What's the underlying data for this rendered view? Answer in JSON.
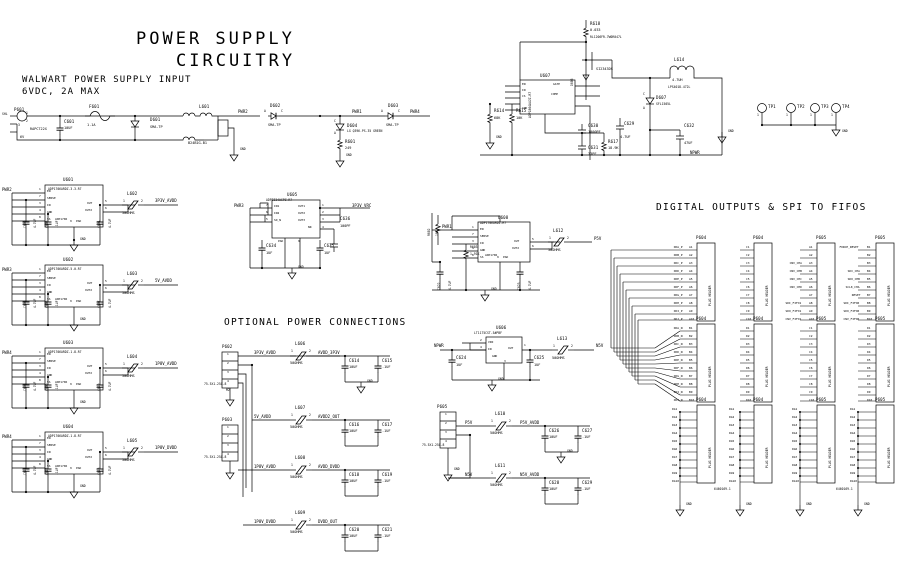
{
  "sheet": {
    "title_line1": "POWER SUPPLY",
    "title_line2": "CIRCUITRY",
    "subtitle_line1": "WALWART POWER SUPPLY INPUT",
    "subtitle_line2": "6VDC, 2A MAX",
    "section_optional": "OPTIONAL POWER CONNECTIONS",
    "section_digital": "DIGITAL OUTPUTS & SPI TO FIFOS"
  },
  "input_stage": {
    "connector": {
      "ref": "P601",
      "value": "RAPC722X",
      "pins": [
        "1",
        "2",
        "3"
      ],
      "net_in": "6V",
      "sheet_ref": "SHL"
    },
    "cap_in": {
      "ref": "C601",
      "value": "10UF"
    },
    "fuse": {
      "ref": "F601",
      "value": "1.1A",
      "pins": [
        "1",
        "2"
      ]
    },
    "tvs": {
      "ref": "D601",
      "value": "SMA-TP"
    },
    "filter": {
      "ref": "L601",
      "value": "B24B1G-B1",
      "pins": [
        "1",
        "2",
        "3",
        "4"
      ]
    },
    "diode2": {
      "ref": "D602",
      "value": "SMA-TP",
      "anode": "A",
      "cathode": "C"
    },
    "diode3": {
      "ref": "D603",
      "value": "SMA-TP",
      "anode": "A",
      "cathode": "C"
    },
    "led": {
      "ref": "D604",
      "value": "LG Q396-PS-35 GREEN",
      "anode": "A",
      "cathode": "C"
    },
    "res_led": {
      "ref": "R601",
      "value": "249"
    },
    "nets": [
      "PWR2",
      "PWR1",
      "PWR3",
      "PWR4"
    ],
    "gnd": "GND"
  },
  "boost_stage": {
    "res_top": {
      "ref": "R618",
      "value": "0.033",
      "part": "RL1206FR-7W0R047L"
    },
    "controller": {
      "ref": "U607",
      "part": "ADP1864AUJZ-R7",
      "pins_left": [
        "1",
        "2",
        "3",
        "4",
        "5"
      ],
      "pins_right": [
        "8",
        "7",
        "6"
      ],
      "pin_names": [
        "EN",
        "IN",
        "CS",
        "GND",
        "GATE",
        "COMP"
      ]
    },
    "mosfet": {
      "ref": "Q601",
      "part": "SI2343DS"
    },
    "diode_boost": {
      "ref": "D606"
    },
    "res_fb1": {
      "ref": "R614",
      "value": "68K"
    },
    "res_fb2": {
      "ref": "R615",
      "value": "10K"
    },
    "cap_comp1": {
      "ref": "C630",
      "value": "1000PF"
    },
    "cap_comp2": {
      "ref": "C631",
      "value": "33PF"
    },
    "res_comp": {
      "ref": "R617",
      "value": "18.9K"
    },
    "res_out": {
      "ref": "R616",
      "value": ""
    },
    "inductor": {
      "ref": "L614",
      "value": "4.7UH",
      "part": "LPS4018-472L"
    },
    "schottky": {
      "ref": "D607",
      "part": "SFL1505L",
      "anode": "A",
      "cathode": "C"
    },
    "cap_o1": {
      "ref": "C629",
      "value": "4.7UF"
    },
    "cap_o2": {
      "ref": "C632",
      "value": "47UF"
    },
    "net_out": "NPWR",
    "gnd": "GND"
  },
  "testpoints": {
    "items": [
      {
        "ref": "TP1",
        "pin": "1"
      },
      {
        "ref": "TP2",
        "pin": "1"
      },
      {
        "ref": "TP3",
        "pin": "1"
      },
      {
        "ref": "TP4",
        "pin": "1"
      }
    ],
    "gnd": "GND"
  },
  "regulators": [
    {
      "ref": "U601",
      "part": "ADP1706ARDZ-3.3-R7",
      "pin_names_left": [
        "EN",
        "SENSE",
        "IN",
        "GND",
        "SS"
      ],
      "pin_names_right": [
        "OUT",
        "OUT2"
      ],
      "pin_nums_left": [
        "1",
        "7",
        "3",
        "4",
        "8"
      ],
      "pin_nums_right": [
        "5",
        "6"
      ],
      "pad": "PAD",
      "pad_num": "9",
      "pad_label": "ADP1706",
      "net_in": "PWR2",
      "cap_in": {
        "ref": "C602",
        "value": "4.7UF"
      },
      "cap_ss": {
        "ref": "C603",
        "value": ".1UF"
      },
      "cap_out": {
        "ref": "C604",
        "value": "4.7UF"
      },
      "bead": {
        "ref": "L602",
        "value": "50OHMS",
        "pins": [
          "1",
          "2"
        ]
      },
      "net_out": "3P3V_AVDD",
      "gnd": "GND"
    },
    {
      "ref": "U602",
      "part": "ADP1706ARDZ-5.0-R7",
      "pin_names_left": [
        "EN",
        "SENSE",
        "IN",
        "GND",
        "SS"
      ],
      "pin_names_right": [
        "OUT",
        "OUT2"
      ],
      "pin_nums_left": [
        "1",
        "7",
        "3",
        "4",
        "8"
      ],
      "pin_nums_right": [
        "5",
        "6"
      ],
      "pad": "PAD",
      "pad_num": "9",
      "pad_label": "ADP1706",
      "net_in": "PWR3",
      "cap_in": {
        "ref": "C605",
        "value": "4.7UF"
      },
      "cap_ss": {
        "ref": "C606",
        "value": ".1UF"
      },
      "cap_out": {
        "ref": "C607",
        "value": "4.7UF"
      },
      "bead": {
        "ref": "L603",
        "value": "50OHMS",
        "pins": [
          "1",
          "2"
        ]
      },
      "net_out": "5V_AVDD",
      "gnd": "GND"
    },
    {
      "ref": "U603",
      "part": "ADP1706ARDZ-1.8-R7",
      "pin_names_left": [
        "EN",
        "SENSE",
        "IN",
        "GND",
        "SS"
      ],
      "pin_names_right": [
        "OUT",
        "OUT2"
      ],
      "pin_nums_left": [
        "1",
        "7",
        "3",
        "4",
        "8"
      ],
      "pin_nums_right": [
        "5",
        "6"
      ],
      "pad": "PAD",
      "pad_num": "9",
      "pad_label": "ADP1706",
      "net_in": "PWR4",
      "cap_in": {
        "ref": "C608",
        "value": "4.7UF"
      },
      "cap_ss": {
        "ref": "C609",
        "value": ".1UF"
      },
      "cap_out": {
        "ref": "C610",
        "value": "4.7UF"
      },
      "bead": {
        "ref": "L604",
        "value": "50OHMS",
        "pins": [
          "1",
          "2"
        ]
      },
      "net_out": "1P8V_AVDD",
      "gnd": "GND"
    },
    {
      "ref": "U604",
      "part": "ADP1706ARDZ-1.8-R7",
      "pin_names_left": [
        "EN",
        "SENSE",
        "IN",
        "GND",
        "SS"
      ],
      "pin_names_right": [
        "OUT",
        "OUT2"
      ],
      "pin_nums_left": [
        "1",
        "7",
        "3",
        "4",
        "8"
      ],
      "pin_nums_right": [
        "5",
        "6"
      ],
      "pad": "PAD",
      "pad_num": "9",
      "pad_label": "ADP1706",
      "net_in": "PWR4",
      "cap_in": {
        "ref": "C611",
        "value": "4.7UF"
      },
      "cap_ss": {
        "ref": "C612",
        "value": ".1UF"
      },
      "cap_out": {
        "ref": "C613",
        "value": "4.7UF"
      },
      "bead": {
        "ref": "L605",
        "value": "50OHMS",
        "pins": [
          "1",
          "2"
        ]
      },
      "net_out": "1P8V_DVDD",
      "gnd": "GND"
    }
  ],
  "reg_u605": {
    "ref": "U605",
    "part": "ADP3334ACPZ-R7",
    "pin_names_left": [
      "IN1",
      "IN2",
      "SD_N"
    ],
    "pin_names_right": [
      "OUT1",
      "OUT2",
      "OUT3",
      "NR"
    ],
    "pin_nums_left": [
      "7",
      "6",
      "5"
    ],
    "pin_nums_right": [
      "1",
      "2",
      "3",
      "4"
    ],
    "pad": "PAD",
    "pad_num": "9",
    "net_in": "PWR3",
    "cap_in": {
      "ref": "C634",
      "value": "1UF"
    },
    "cap_out": {
      "ref": "C635",
      "value": "1UF"
    },
    "cap_nr": {
      "ref": "C636",
      "value": "100PF"
    },
    "net_out": "3P3V_VRC",
    "gnd": "GND"
  },
  "reg_u606": {
    "ref": "U606",
    "part": "LT1175CST-5#PBF",
    "pin_names": [
      "VIN",
      "IN",
      "GND",
      "OUT"
    ],
    "pin_nums": [
      "2",
      "4",
      "3",
      "1",
      "5"
    ],
    "net_in": "NPWR",
    "cap_in": {
      "ref": "C624",
      "value": "1UF"
    },
    "cap_out": {
      "ref": "C625",
      "value": "1UF"
    },
    "bead": {
      "ref": "L613",
      "value": "50OHMS",
      "pins": [
        "1",
        "2"
      ]
    },
    "net_out": "N5V",
    "gnd": "GND"
  },
  "reg_u608": {
    "ref": "U608",
    "part": "ADP1706ARDZ-R7",
    "pin_names_left": [
      "EN",
      "SENSE",
      "IN",
      "GND",
      "SS"
    ],
    "pin_names_right": [
      "OUT",
      "OUT2"
    ],
    "pin_nums_left": [
      "1",
      "7",
      "3",
      "4",
      "8"
    ],
    "pin_nums_right": [
      "5",
      "6"
    ],
    "pad": "PAD",
    "pad_num": "9",
    "pad_label": "ADP1706",
    "net_in": "PWR1",
    "res_set": {
      "ref": "R602",
      "value": "10K"
    },
    "res_fb": {
      "ref": "R603",
      "value": "1.91K"
    },
    "cap_in": {
      "ref": "C622",
      "value": "4.7UF"
    },
    "cap_out": {
      "ref": "C623",
      "value": "4.7UF"
    },
    "bead": {
      "ref": "L612",
      "value": "50OHMS",
      "pins": [
        "1",
        "2"
      ]
    },
    "net_out": "P5V",
    "gnd": "GND"
  },
  "optional_power": {
    "header_p602": {
      "ref": "P602",
      "pins": [
        "1",
        "2",
        "3",
        "4"
      ],
      "value": "75.5X1.25X.8",
      "footprint": "M2"
    },
    "header_p603": {
      "ref": "P603",
      "pins": [
        "1",
        "2",
        "3",
        "4"
      ],
      "value": "75.5X1.25X.8",
      "footprint": "M2"
    },
    "header_p605": {
      "ref": "P605",
      "pins": [
        "1",
        "2",
        "3",
        "4"
      ],
      "value": "75.5X1.25X.8",
      "footprint": "M2"
    },
    "branches": [
      {
        "net_in": "3P3V_AVDD",
        "bead": {
          "ref": "L606",
          "value": "50OHMS",
          "pins": [
            "1",
            "2"
          ]
        },
        "net_out": "AVDD_3P3V",
        "cap1": {
          "ref": "C614",
          "value": "10UF"
        },
        "cap2": {
          "ref": "C615",
          "value": ".1UF"
        },
        "gnd": "GND"
      },
      {
        "net_in": "5V_AVDD",
        "bead": {
          "ref": "L607",
          "value": "50OHMS",
          "pins": [
            "1",
            "2"
          ]
        },
        "net_out": "AVDD2_OUT",
        "cap1": {
          "ref": "C616",
          "value": "10UF"
        },
        "cap2": {
          "ref": "C617",
          "value": ".1UF"
        },
        "gnd": "GND"
      },
      {
        "net_in": "1P8V_AVDD",
        "bead": {
          "ref": "L608",
          "value": "50OHMS",
          "pins": [
            "1",
            "2"
          ]
        },
        "net_out": "AVDD_DVDD",
        "cap1": {
          "ref": "C618",
          "value": "10UF"
        },
        "cap2": {
          "ref": "C619",
          "value": ".1UF"
        },
        "gnd": "GND"
      },
      {
        "net_in": "1P8V_DVDD",
        "bead": {
          "ref": "L609",
          "value": "50OHMS",
          "pins": [
            "1",
            "2"
          ]
        },
        "net_out": "DVDD_OUT",
        "cap1": {
          "ref": "C620",
          "value": "10UF"
        },
        "cap2": {
          "ref": "C621",
          "value": ".1UF"
        },
        "gnd": "GND"
      },
      {
        "net_in": "P5V",
        "bead": {
          "ref": "L610",
          "value": "50OHMS",
          "pins": [
            "1",
            "2"
          ]
        },
        "net_out": "P5V_AVDD",
        "cap1": {
          "ref": "C626",
          "value": "10UF"
        },
        "cap2": {
          "ref": "C627",
          "value": ".1UF"
        },
        "gnd": "GND"
      },
      {
        "net_in": "N5V",
        "bead": {
          "ref": "L611",
          "value": "50OHMS",
          "pins": [
            "1",
            "2"
          ]
        },
        "net_out": "N5V_AVDD",
        "cap1": {
          "ref": "C628",
          "value": "10UF"
        },
        "cap2": {
          "ref": "C629",
          "value": ".1UF"
        },
        "gnd": "GND"
      }
    ]
  },
  "digital_outputs": {
    "part_number": "6460169-1",
    "header_type": "PLUG HEADER",
    "gnd": "GND",
    "columns": [
      {
        "ref_top": "P604",
        "ref_mid": "P604",
        "ref_bot": "P604",
        "top_rows": [
          {
            "sig": "DOA_P",
            "pin": "A1"
          },
          {
            "sig": "DOB_P",
            "pin": "A2"
          },
          {
            "sig": "DOC_P",
            "pin": "A3"
          },
          {
            "sig": "DOD_P",
            "pin": "A4"
          },
          {
            "sig": "DOE_P",
            "pin": "A5"
          },
          {
            "sig": "DOF_P",
            "pin": "A6"
          },
          {
            "sig": "DOG_P",
            "pin": "A7"
          },
          {
            "sig": "DOH_P",
            "pin": "A8"
          },
          {
            "sig": "DOI_P",
            "pin": "A9"
          },
          {
            "sig": "DOJ_P",
            "pin": "A10"
          }
        ],
        "mid_rows": [
          {
            "sig": "DOA_N",
            "pin": "B1"
          },
          {
            "sig": "DOB_N",
            "pin": "B2"
          },
          {
            "sig": "DOC_N",
            "pin": "B3"
          },
          {
            "sig": "DOD_N",
            "pin": "B4"
          },
          {
            "sig": "DOE_N",
            "pin": "B5"
          },
          {
            "sig": "DOF_N",
            "pin": "B6"
          },
          {
            "sig": "DOG_N",
            "pin": "B7"
          },
          {
            "sig": "DOH_N",
            "pin": "B8"
          },
          {
            "sig": "DOI_N",
            "pin": "B9"
          },
          {
            "sig": "DOJ_N",
            "pin": "B10"
          }
        ],
        "bot_rows": [
          "DG1",
          "DG2",
          "DG3",
          "DG4",
          "DG5",
          "DG6",
          "DG7",
          "DG8",
          "DG9",
          "DG10"
        ]
      },
      {
        "ref_top": "P604",
        "ref_mid": "P604",
        "ref_bot": "P604",
        "top_rows": [
          {
            "sig": "",
            "pin": "C1"
          },
          {
            "sig": "",
            "pin": "C2"
          },
          {
            "sig": "",
            "pin": "C3"
          },
          {
            "sig": "",
            "pin": "C4"
          },
          {
            "sig": "",
            "pin": "C5"
          },
          {
            "sig": "",
            "pin": "C6"
          },
          {
            "sig": "",
            "pin": "C7"
          },
          {
            "sig": "",
            "pin": "C8"
          },
          {
            "sig": "",
            "pin": "C9"
          },
          {
            "sig": "",
            "pin": "C10"
          }
        ],
        "mid_rows": [
          {
            "sig": "",
            "pin": "D1"
          },
          {
            "sig": "",
            "pin": "D2"
          },
          {
            "sig": "",
            "pin": "D3"
          },
          {
            "sig": "",
            "pin": "D4"
          },
          {
            "sig": "",
            "pin": "D5"
          },
          {
            "sig": "",
            "pin": "D6"
          },
          {
            "sig": "",
            "pin": "D7"
          },
          {
            "sig": "",
            "pin": "D8"
          },
          {
            "sig": "",
            "pin": "D9"
          },
          {
            "sig": "",
            "pin": "D10"
          }
        ],
        "bot_rows": [
          "DG1",
          "DG2",
          "DG3",
          "DG4",
          "DG5",
          "DG6",
          "DG7",
          "DG8",
          "DG9",
          "DG10"
        ]
      },
      {
        "ref_top": "P605",
        "ref_mid": "P605",
        "ref_bot": "P605",
        "top_rows": [
          {
            "sig": "",
            "pin": "A1"
          },
          {
            "sig": "",
            "pin": "A2"
          },
          {
            "sig": "CNV_CHA",
            "pin": "A3"
          },
          {
            "sig": "CNV_CHB",
            "pin": "A4"
          },
          {
            "sig": "CNV_CHC",
            "pin": "A5"
          },
          {
            "sig": "CNV_CHD",
            "pin": "A6"
          },
          {
            "sig": "",
            "pin": "A7"
          },
          {
            "sig": "SDI_FIFO1",
            "pin": "A8"
          },
          {
            "sig": "SDO_FIFO1",
            "pin": "A9"
          },
          {
            "sig": "CNV_FIFO1",
            "pin": "A10"
          }
        ],
        "mid_rows": [
          {
            "sig": "",
            "pin": "C1"
          },
          {
            "sig": "",
            "pin": "C2"
          },
          {
            "sig": "",
            "pin": "C3"
          },
          {
            "sig": "",
            "pin": "C4"
          },
          {
            "sig": "",
            "pin": "C5"
          },
          {
            "sig": "",
            "pin": "C6"
          },
          {
            "sig": "",
            "pin": "C7"
          },
          {
            "sig": "",
            "pin": "C8"
          },
          {
            "sig": "",
            "pin": "C9"
          },
          {
            "sig": "",
            "pin": "C10"
          }
        ],
        "bot_rows": [
          "DG1",
          "DG2",
          "DG3",
          "DG4",
          "DG5",
          "DG6",
          "DG7",
          "DG8",
          "DG9",
          "DG10"
        ]
      },
      {
        "ref_top": "P605",
        "ref_mid": "P605",
        "ref_bot": "P605",
        "top_rows": [
          {
            "sig": "FORCE_RESET",
            "pin": "B1"
          },
          {
            "sig": "",
            "pin": "B2"
          },
          {
            "sig": "",
            "pin": "B3"
          },
          {
            "sig": "SDI_CHA",
            "pin": "B4"
          },
          {
            "sig": "SDO_CHB",
            "pin": "B5"
          },
          {
            "sig": "SCLK_CHA",
            "pin": "B6"
          },
          {
            "sig": "RESET",
            "pin": "B7"
          },
          {
            "sig": "SDI_FIFO0",
            "pin": "B8"
          },
          {
            "sig": "SDO_FIFO0",
            "pin": "B9"
          },
          {
            "sig": "CNV_FIFO0",
            "pin": "B10"
          }
        ],
        "mid_rows": [
          {
            "sig": "",
            "pin": "D1"
          },
          {
            "sig": "",
            "pin": "D2"
          },
          {
            "sig": "",
            "pin": "D3"
          },
          {
            "sig": "",
            "pin": "D4"
          },
          {
            "sig": "",
            "pin": "D5"
          },
          {
            "sig": "",
            "pin": "D6"
          },
          {
            "sig": "",
            "pin": "D7"
          },
          {
            "sig": "",
            "pin": "D8"
          },
          {
            "sig": "",
            "pin": "D9"
          },
          {
            "sig": "",
            "pin": "D10"
          }
        ],
        "bot_rows": [
          "DG1",
          "DG2",
          "DG3",
          "DG4",
          "DG5",
          "DG6",
          "DG7",
          "DG8",
          "DG9",
          "DG10"
        ]
      }
    ],
    "bus_signals": [
      "DOA_P",
      "DOB_P",
      "DOC_P",
      "DOD_P",
      "DOE_P",
      "DOF_P",
      "DOG_P",
      "DOH_P",
      "DOI_P",
      "DOJ_P"
    ]
  }
}
